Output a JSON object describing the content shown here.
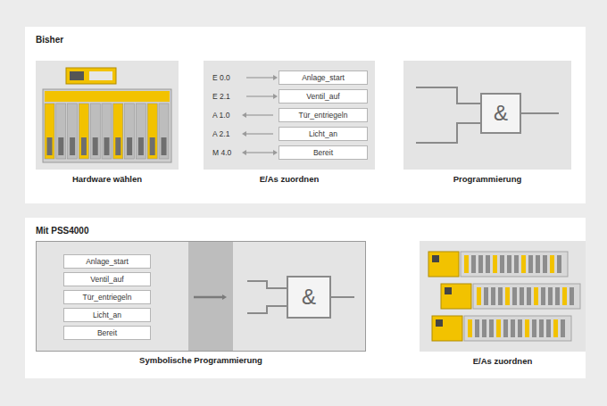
{
  "diagram": {
    "nodes": [
      {
        "text": [
          "Bisher"
        ]
      },
      {
        "text": [
          "Hardware wählen"
        ],
        "in": 0
      },
      {
        "text": [
          "E/As zuordnen"
        ],
        "in": 0
      },
      {
        "text": [
          "Anlage_start"
        ],
        "in": 2
      },
      {
        "text": [
          "Ventil_auf"
        ],
        "in": 2
      },
      {
        "text": [
          "Tür_entriegeln"
        ],
        "in": 2
      },
      {
        "text": [
          "Licht_an"
        ],
        "in": 2
      },
      {
        "text": [
          "Bereit"
        ],
        "in": 2
      },
      {
        "text": [
          "Programmierung"
        ],
        "in": 0
      },
      {
        "text": [
          "&"
        ],
        "in": 8
      },
      {
        "text": [
          "Mit PSS4000"
        ]
      },
      {
        "text": [
          "Symbolische Programmierung"
        ],
        "in": 10
      },
      {
        "text": [
          "Anlage_start"
        ],
        "in": 11
      },
      {
        "text": [
          "Ventil_auf"
        ],
        "in": 11
      },
      {
        "text": [
          "Tür_entriegeln"
        ],
        "in": 11
      },
      {
        "text": [
          "Licht_an"
        ],
        "in": 11
      },
      {
        "text": [
          "Bereit"
        ],
        "in": 11
      },
      {
        "text": [
          "&"
        ],
        "in": 11
      },
      {
        "text": [
          "E/As zuordnen"
        ],
        "in": 10
      }
    ],
    "edges": [
      {
        "from": 1,
        "to": 2,
        "arrow": "to"
      },
      {
        "from": 2,
        "to": 8,
        "arrow": "to"
      },
      {
        "from": 11,
        "to": 18,
        "arrow": "to"
      }
    ],
    "labels": [
      "E 0.0",
      "E 2.1",
      "A 1.0",
      "A 2.1",
      "M 4.0"
    ]
  }
}
